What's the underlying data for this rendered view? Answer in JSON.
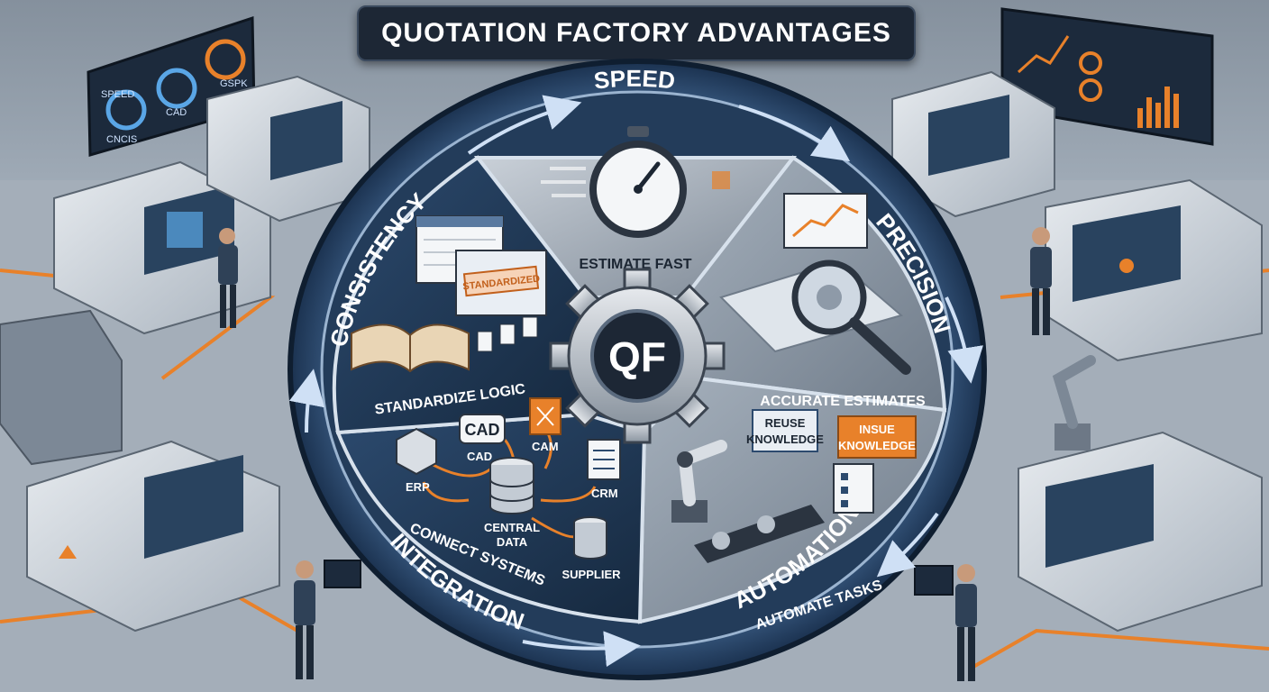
{
  "title": "QUOTATION FACTORY ADVANTAGES",
  "center": {
    "logo": "QF"
  },
  "segments": [
    {
      "name": "SPEED",
      "caption": "ESTIMATE FAST",
      "icon": "stopwatch-icon"
    },
    {
      "name": "PRECISION",
      "caption": "ACCURATE ESTIMATES",
      "icon": "magnifier-icon"
    },
    {
      "name": "AUTOMATION",
      "caption": "AUTOMATE TASKS",
      "icon": "robot-arm-icon"
    },
    {
      "name": "INTEGRATION",
      "caption": "CONNECT SYSTEMS",
      "icon": "database-icon"
    },
    {
      "name": "CONSISTENCY",
      "caption": "STANDARDIZE LOGIC",
      "icon": "book-icon"
    }
  ],
  "consistency_stamp": "STANDARDIZED",
  "integration_nodes": {
    "cad_box": "CAD",
    "cad": "CAD",
    "cam": "CAM",
    "erp": "ERP",
    "crm": "CRM",
    "central_data": [
      "CENTRAL",
      "DATA"
    ],
    "supplier": "SUPPLIER"
  },
  "automation_tags": {
    "reuse": [
      "REUSE",
      "KNOWLEDGE"
    ],
    "insue": [
      "INSUE",
      "KNOWLEDGE"
    ]
  },
  "left_monitor_labels": [
    "SPEED",
    "CNCIS",
    "CAD",
    "GSPK"
  ],
  "colors": {
    "ring": "#2c4a6e",
    "segment_dark": "#1f3552",
    "segment_light": "#8e9aa8",
    "arrow": "#cfe0f5",
    "accent_orange": "#e8812a",
    "banner": "#1d2735"
  }
}
